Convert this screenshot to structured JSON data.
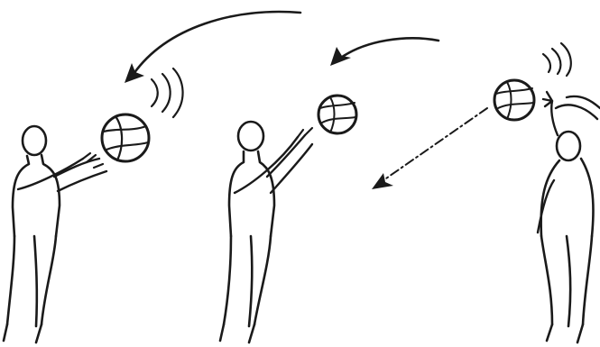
{
  "illustration": {
    "subject": "volleyball-passing-sequence",
    "colors": {
      "ink": "#1a1a1a",
      "paper": "#ffffff"
    },
    "figures": [
      {
        "role": "receiver",
        "action": "overhead-pass"
      },
      {
        "role": "setter",
        "action": "overhead-pass"
      },
      {
        "role": "hitter",
        "action": "arm-swing"
      }
    ],
    "balls": 3,
    "arrows": [
      {
        "kind": "solid-curved",
        "direction": "right-to-left"
      },
      {
        "kind": "solid-curved",
        "direction": "right-to-left"
      },
      {
        "kind": "dash-dot",
        "direction": "down-left"
      }
    ]
  }
}
